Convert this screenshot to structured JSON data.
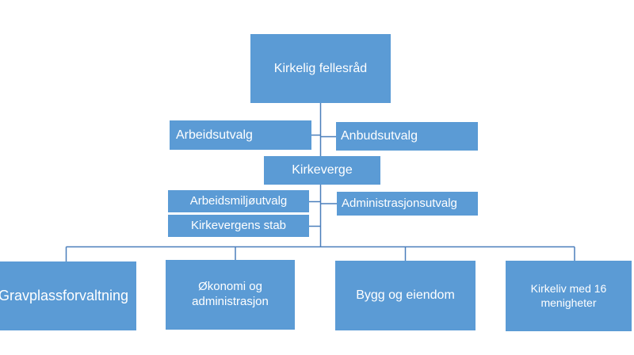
{
  "colors": {
    "background": "#ffffff",
    "node_fill": "#5b9bd5",
    "node_text": "#ffffff",
    "connector": "#4a7ebb"
  },
  "org_chart": {
    "root": {
      "label": "Kirkelig fellesråd"
    },
    "committees_top": [
      {
        "label": "Arbeidsutvalg"
      },
      {
        "label": "Anbudsutvalg"
      }
    ],
    "manager": {
      "label": "Kirkeverge"
    },
    "committees_middle": [
      {
        "label": "Arbeidsmiljøutvalg"
      },
      {
        "label": "Administrasjonsutvalg"
      }
    ],
    "staff": {
      "label": "Kirkevergens stab"
    },
    "departments": [
      {
        "label": "Gravplassforvaltning"
      },
      {
        "label": "Økonomi og administrasjon"
      },
      {
        "label": "Bygg og eiendom"
      },
      {
        "label": "Kirkeliv med 16 menigheter"
      }
    ]
  }
}
